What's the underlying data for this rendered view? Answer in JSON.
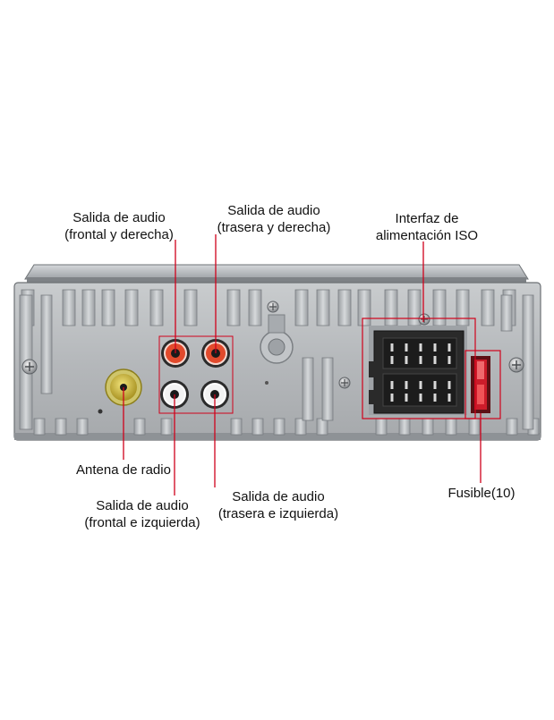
{
  "labels": {
    "front_right": {
      "line1": "Salida de audio",
      "line2": "(frontal y derecha)"
    },
    "rear_right": {
      "line1": "Salida de audio",
      "line2": "(trasera y derecha)"
    },
    "iso_power": {
      "line1": "Interfaz de",
      "line2": "alimentación ISO"
    },
    "antenna": {
      "line1": "Antena de radio"
    },
    "front_left": {
      "line1": "Salida de audio",
      "line2": "(frontal e izquierda)"
    },
    "rear_left": {
      "line1": "Salida de audio",
      "line2": "(trasera e izquierda)"
    },
    "fuse": {
      "line1": "Fusible(10)"
    }
  },
  "colors": {
    "callout_line": "#d0021b",
    "panel": "#b9bcbf",
    "panel_dark": "#8d9094",
    "rca_red": "#e24a2c",
    "rca_white": "#f2f2f2",
    "antenna_gold": "#c7b23a",
    "iso_block": "#2a2a2a",
    "fuse_red": "#d81e2c"
  }
}
